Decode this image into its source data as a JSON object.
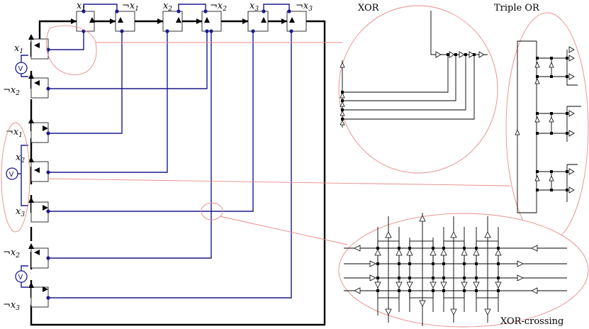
{
  "figure": {
    "top_labels": [
      "x_1",
      "¬x_1",
      "x_2",
      "¬x_2",
      "x_3",
      "¬x_3"
    ],
    "left_labels": [
      "x_1",
      "¬x_2",
      "¬x_1",
      "x_2",
      "x_3",
      "¬x_2",
      "¬x_3"
    ],
    "voltage_symbol": "V",
    "insets": {
      "xor": "XOR",
      "triple_or": "Triple OR",
      "xor_crossing": "XOR-crossing"
    }
  },
  "colors": {
    "wire_blue": "#1a1a8c",
    "highlight_pink": "#e88a8a",
    "ink": "#000000"
  }
}
